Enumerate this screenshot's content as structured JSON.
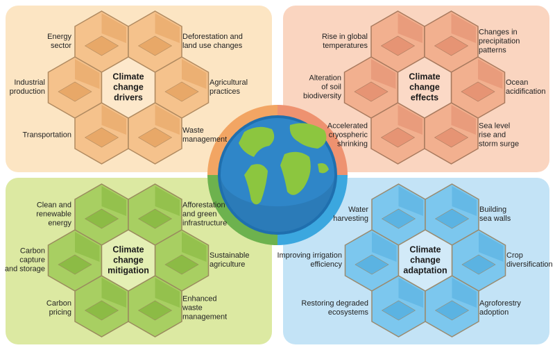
{
  "quadrants": [
    {
      "id": "drivers",
      "title": "Climate\nchange\ndrivers",
      "colors": {
        "panel": "#fce5c3",
        "tile": "#f5c28c",
        "tile_dark": "#e8a868",
        "center": "#fde8cb",
        "border": "#b08a60",
        "ring": "#f2a563"
      },
      "tiles": [
        {
          "label": "Energy\nsector",
          "icon": "oil-pump-icon"
        },
        {
          "label": "Deforestation and\nland use changes",
          "icon": "tree-stumps-icon"
        },
        {
          "label": "Industrial\nproduction",
          "icon": "factory-icon"
        },
        {
          "label": "Agricultural\npractices",
          "icon": "cows-icon"
        },
        {
          "label": "Transportation",
          "icon": "road-intersection-icon"
        },
        {
          "label": "Waste\nmanagement",
          "icon": "waste-bins-icon"
        }
      ]
    },
    {
      "id": "effects",
      "title": "Climate\nchange\neffects",
      "colors": {
        "panel": "#fad5c0",
        "tile": "#f2b08f",
        "tile_dark": "#e69474",
        "center": "#fbd9c6",
        "border": "#a87a5e",
        "ring": "#ee9270"
      },
      "tiles": [
        {
          "label": "Rise in global\ntemperatures",
          "icon": "thermometer-dry-tree-icon"
        },
        {
          "label": "Changes in\nprecipitation\npatterns",
          "icon": "storm-cloud-icon"
        },
        {
          "label": "Alteration\nof soil\nbiodiversity",
          "icon": "soil-worms-icon"
        },
        {
          "label": "Ocean\nacidification",
          "icon": "ocean-water-icon"
        },
        {
          "label": "Accelerated\ncryospheric\nshrinking",
          "icon": "iceberg-icon"
        },
        {
          "label": "Sea level\nrise and\nstorm surge",
          "icon": "tornado-wave-icon"
        }
      ]
    },
    {
      "id": "mitigation",
      "title": "Climate\nchange\nmitigation",
      "colors": {
        "panel": "#dce9a2",
        "tile": "#a8cf62",
        "tile_dark": "#8cbb45",
        "center": "#e4efb4",
        "border": "#9a8a5e",
        "ring": "#6db24e"
      },
      "tiles": [
        {
          "label": "Clean and\nrenewable\nenergy",
          "icon": "wind-solar-icon"
        },
        {
          "label": "Afforestation\nand green\ninfrastructure",
          "icon": "green-building-icon"
        },
        {
          "label": "Carbon\ncapture\nand storage",
          "icon": "carbon-capture-icon"
        },
        {
          "label": "Sustainable\nagriculture",
          "icon": "greenhouse-farm-icon"
        },
        {
          "label": "Carbon\npricing",
          "icon": "scale-icon"
        },
        {
          "label": "Enhanced\nwaste\nmanagement",
          "icon": "recycling-plant-icon"
        }
      ]
    },
    {
      "id": "adaptation",
      "title": "Climate\nchange\nadaptation",
      "colors": {
        "panel": "#c3e3f6",
        "tile": "#7cc7ee",
        "tile_dark": "#5bb3e2",
        "center": "#d2eaf8",
        "border": "#9a8a6e",
        "ring": "#3ba7df"
      },
      "tiles": [
        {
          "label": "Water\nharvesting",
          "icon": "house-pool-icon"
        },
        {
          "label": "Building\nsea walls",
          "icon": "sea-wall-icon"
        },
        {
          "label": "Improving irrigation\nefficiency",
          "icon": "irrigation-icon"
        },
        {
          "label": "Crop\ndiversification",
          "icon": "crops-icon"
        },
        {
          "label": "Restoring degraded\necosystems",
          "icon": "planting-people-icon"
        },
        {
          "label": "Agroforestry\nadoption",
          "icon": "tree-rows-icon"
        }
      ]
    }
  ],
  "globe": {
    "icon": "earth-globe-icon",
    "ocean": "#2f86c8",
    "land": "#8cc63f"
  }
}
